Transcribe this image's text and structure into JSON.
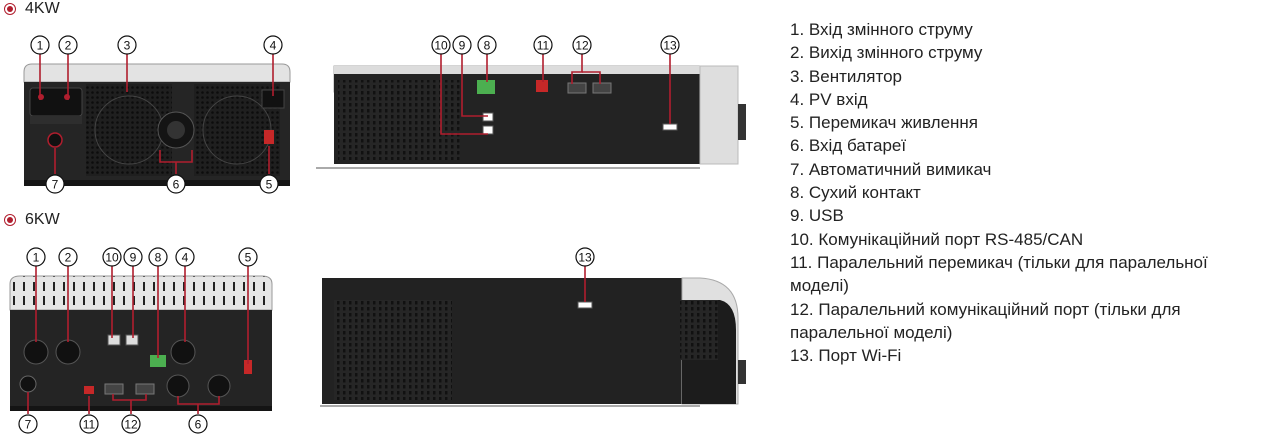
{
  "variants": [
    {
      "label": "4KW"
    },
    {
      "label": "6KW"
    }
  ],
  "callouts_4kw_back": [
    "1",
    "2",
    "3",
    "4",
    "5",
    "6",
    "7"
  ],
  "callouts_4kw_side": [
    "10",
    "9",
    "8",
    "11",
    "12",
    "13"
  ],
  "callouts_6kw_back": [
    "1",
    "2",
    "10",
    "9",
    "8",
    "4",
    "5",
    "7",
    "11",
    "12",
    "6"
  ],
  "callouts_6kw_side": [
    "13"
  ],
  "colors": {
    "accent": "#b01e2e",
    "device_dark": "#232323",
    "panel_light": "#e3e3e3",
    "relay_green": "#4caf50"
  },
  "legend": [
    "1. Вхід змінного струму",
    "2. Вихід змінного струму",
    "3. Вентилятор",
    "4. PV вхід",
    "5. Перемикач живлення",
    "6. Вхід батареї",
    "7. Автоматичний вимикач",
    "8. Сухий контакт",
    "9. USB",
    "10. Комунікаційний порт RS-485/CAN",
    "11. Паралельний перемикач (тільки для паралельної моделі)",
    "12. Паралельний комунікаційний порт (тільки для паралельної моделі)",
    "13. Порт Wi-Fi"
  ]
}
